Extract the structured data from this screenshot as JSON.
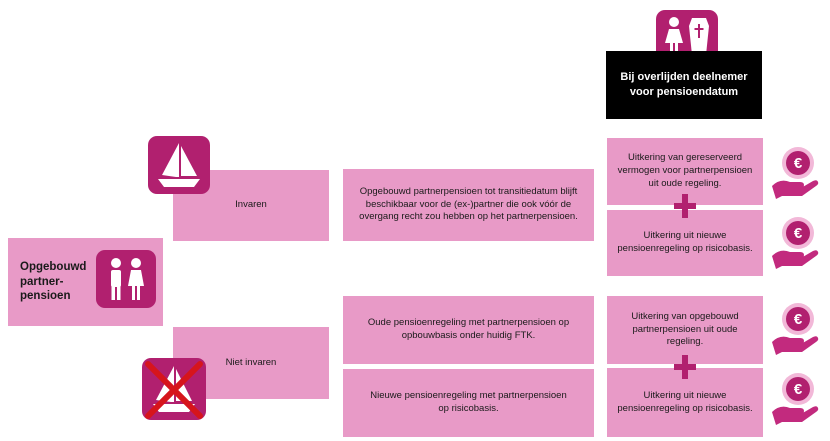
{
  "header": {
    "title": "Bij overlijden deelnemer voor pensioendatum"
  },
  "source": {
    "label": "Opgebouwd partner-pensioen",
    "label_line1": "Opgebouwd",
    "label_line2": "partner-",
    "label_line3": "pensioen"
  },
  "invaren": {
    "label": "Invaren",
    "description": "Opgebouwd partnerpensioen tot transitiedatum blijft beschikbaar voor de (ex-)partner die ook vóór de overgang recht zou hebben op het partnerpensioen.",
    "results": [
      "Uitkering van gereserveerd vermogen voor partnerpensioen uit oude regeling.",
      "Uitkering uit nieuwe pensioenregeling op risicobasis."
    ]
  },
  "niet_invaren": {
    "label": "Niet invaren",
    "descriptions": [
      "Oude pensioenregeling met partnerpensioen op opbouwbasis onder huidig FTK.",
      "Nieuwe pensioenregeling met partnerpensioen op risicobasis."
    ],
    "results": [
      "Uitkering van opgebouwd partnerpensioen uit oude regeling.",
      "Uitkering uit nieuwe pensioenregeling op risicobasis."
    ]
  },
  "icons": {
    "header": "widow-and-coffin-icon",
    "source": "couple-icon",
    "invaren": "sailboat-icon",
    "niet_invaren": "crossed-sailboat-icon",
    "payout": "euro-coin-hand-icon",
    "plus": "plus-icon"
  },
  "colors": {
    "box": "#e89ac7",
    "tile": "#b1206f",
    "header_bg": "#000000",
    "cross": "#d6151c"
  }
}
